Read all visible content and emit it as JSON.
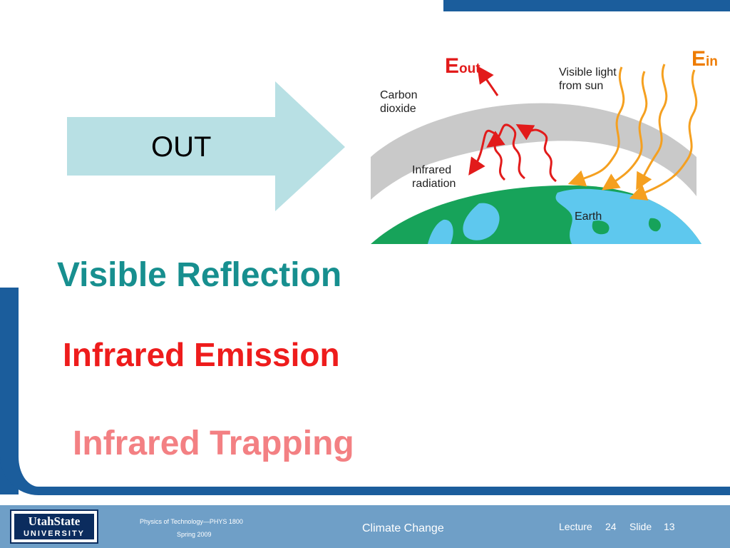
{
  "slide": {
    "out_label": "OUT",
    "headline_visible": "Visible Reflection",
    "headline_emission": "Infrared Emission",
    "headline_trapping": "Infrared Trapping"
  },
  "diagram": {
    "e_out_main": "E",
    "e_out_sub": "out",
    "e_in_main": "E",
    "e_in_sub": "in",
    "carbon_line1": "Carbon",
    "carbon_line2": "dioxide",
    "visible_line1": "Visible light",
    "visible_line2": "from sun",
    "infrared_line1": "Infrared",
    "infrared_line2": "radiation",
    "earth_label": "Earth"
  },
  "footer": {
    "logo_line1": "UtahState",
    "logo_line2": "UNIVERSITY",
    "course": "Physics of Technology—PHYS 1800",
    "term": "Spring 2009",
    "topic": "Climate Change",
    "lecture_label": "Lecture",
    "lecture_number": "24",
    "slide_label": "Slide",
    "slide_number": "13"
  },
  "colors": {
    "frame_blue": "#1b5d9c",
    "footer_blue": "#6f9fc7",
    "arrow_fill": "#b8e0e4",
    "teal_heading": "#178f8f",
    "red_heading": "#ee1c1c",
    "pink_heading": "#f38083",
    "earth_green": "#17a35a",
    "ocean_blue": "#5ec8ee",
    "sunlight_orange": "#f5a020"
  }
}
